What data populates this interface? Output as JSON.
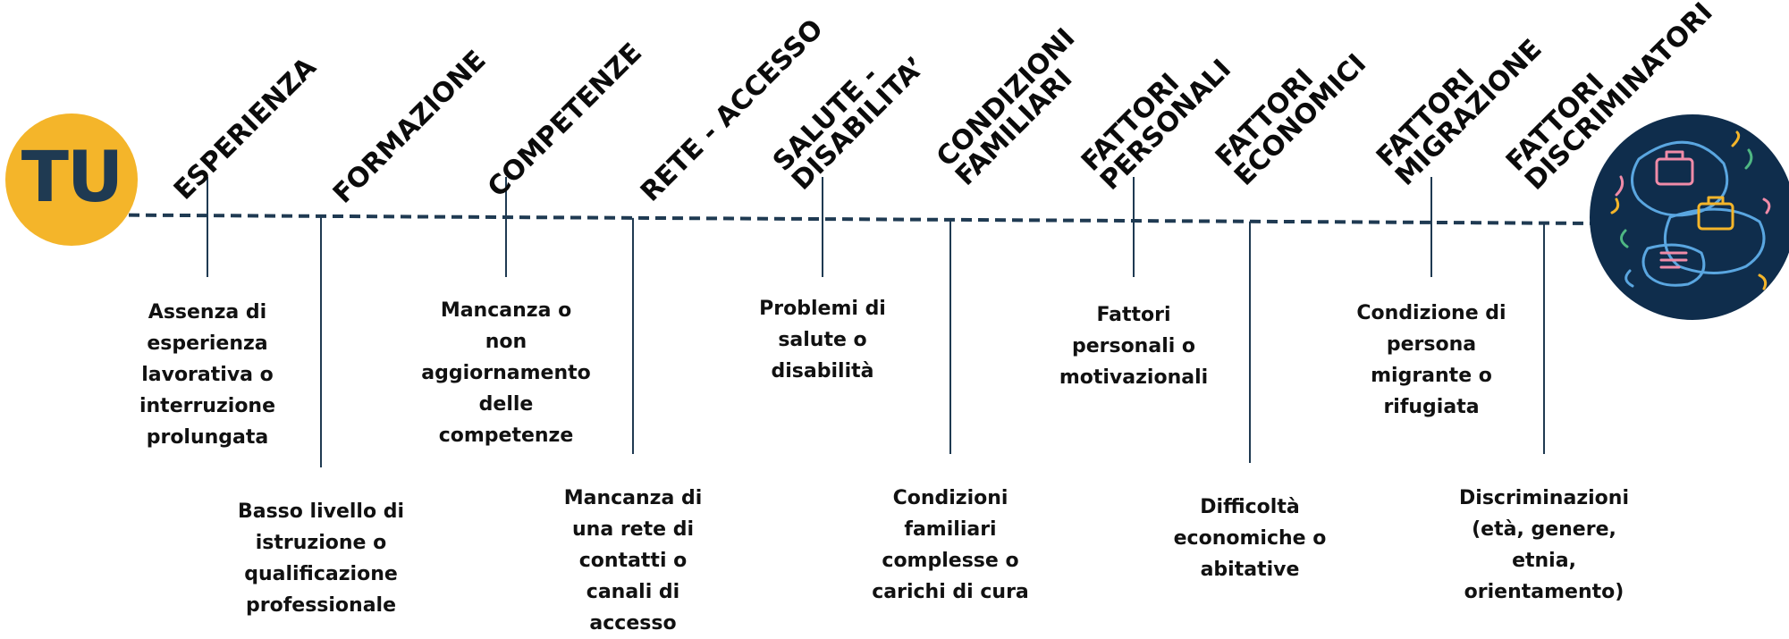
{
  "start_label": "TU",
  "end_icon": "briefcase-speech-bubbles-icon",
  "colors": {
    "accent": "#F4B52A",
    "navy": "#0F2D4C",
    "line": "#1F3A52"
  },
  "categories": [
    {
      "title": [
        "ESPERIENZA"
      ],
      "description": "Assenza di esperienza lavorativa o interruzione prolungata"
    },
    {
      "title": [
        "FORMAZIONE"
      ],
      "description": "Basso livello di istruzione o qualificazione professionale"
    },
    {
      "title": [
        "COMPETENZE"
      ],
      "description": "Mancanza o non aggiornamento delle competenze"
    },
    {
      "title": [
        "RETE - ACCESSO"
      ],
      "description": "Mancanza di una rete di contatti o canali di accesso"
    },
    {
      "title": [
        "SALUTE -",
        "DISABILITA’"
      ],
      "description": "Problemi di salute o disabilità"
    },
    {
      "title": [
        "CONDIZIONI",
        "FAMILIARI"
      ],
      "description": "Condizioni familiari complesse o carichi di cura"
    },
    {
      "title": [
        "FATTORI",
        "PERSONALI"
      ],
      "description": "Fattori personali o motivazionali"
    },
    {
      "title": [
        "FATTORI",
        "ECONOMICI"
      ],
      "description": "Difficoltà economiche o abitative"
    },
    {
      "title": [
        "FATTORI",
        "MIGRAZIONE"
      ],
      "description": "Condizione di persona migrante o rifugiata"
    },
    {
      "title": [
        "FATTORI",
        "DISCRIMINATORI"
      ],
      "description": "Discriminazioni (età, genere, etnia, orientamento)"
    }
  ]
}
